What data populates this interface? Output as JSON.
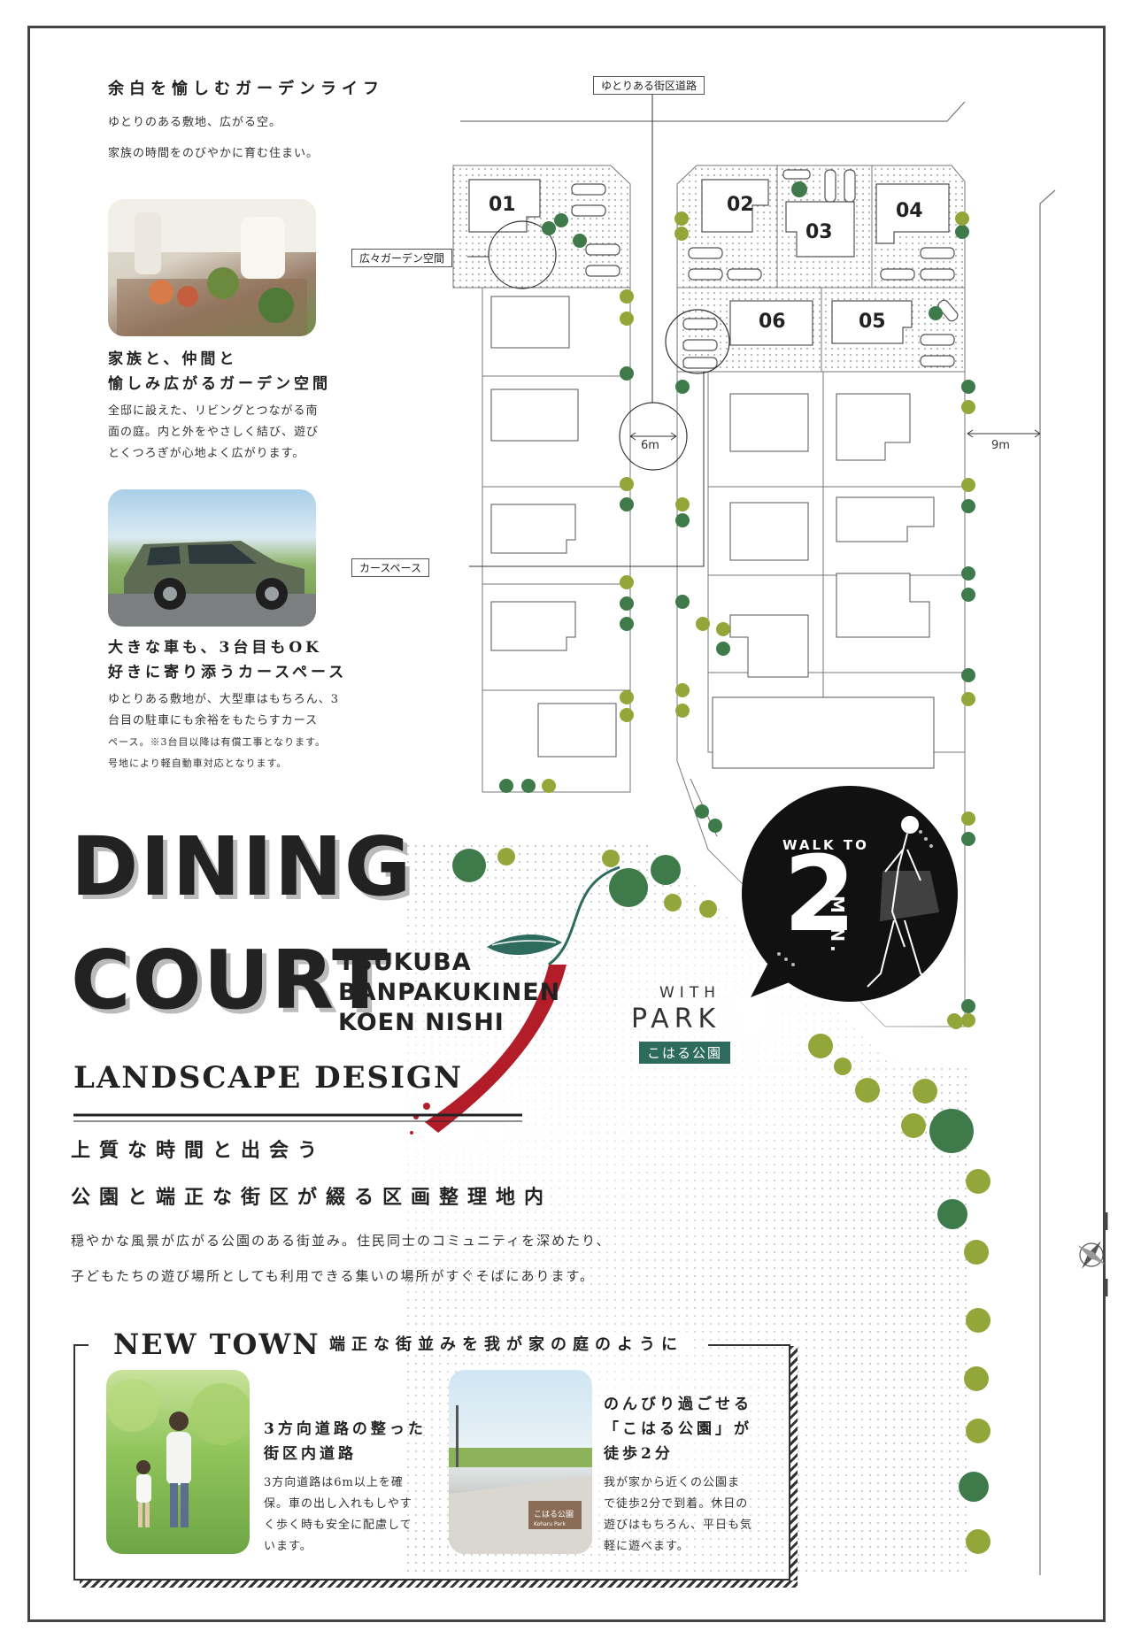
{
  "garden": {
    "heading": "余白を愉しむガーデンライフ",
    "line1": "ゆとりのある敷地、広がる空。",
    "line2": "家族の時間をのびやかに育む住まい。",
    "card_title_1": "家族と、仲間と",
    "card_title_2": "愉しみ広がるガーデン空間",
    "card_desc_1": "全邸に設えた、リビングとつながる南",
    "card_desc_2": "面の庭。内と外をやさしく結び、遊び",
    "card_desc_3": "とくつろぎが心地よく広がります。"
  },
  "car": {
    "title_1": "大きな車も、3台目もOK",
    "title_2": "好きに寄り添うカースペース",
    "desc_1": "ゆとりある敷地が、大型車はもちろん、3",
    "desc_2": "台目の駐車にも余裕をもたらすカース",
    "desc_3": "ペース。※3台目以降は有償工事となります。",
    "desc_4": "号地により軽自動車対応となります。"
  },
  "map": {
    "label_road": "ゆとりある街区道路",
    "label_garden": "広々ガーデン空間",
    "label_car": "カースペース",
    "width_6m": "6m",
    "width_9m": "9m",
    "lots": [
      "01",
      "02",
      "03",
      "04",
      "06",
      "05"
    ]
  },
  "title": {
    "line1": "DINING",
    "line2": "COURT",
    "sub1": "TSUKUBA",
    "sub2": "BANPAKUKINEN",
    "sub3": "KOEN NISHI",
    "landscape": "LANDSCAPE DESIGN"
  },
  "catch": {
    "line1": "上質な時間と出会う",
    "line2": "公園と端正な街区が綴る区画整理地内",
    "lead1": "穏やかな風景が広がる公園のある街並み。住民同士のコミュニティを深めたり、",
    "lead2": "子どもたちの遊び場所としても利用できる集いの場所がすぐそばにあります。"
  },
  "walk": {
    "walk_to": "WALK TO",
    "number": "2",
    "unit": "MIN.",
    "with": "WITH",
    "park": "PARK",
    "park_name": "こはる公園"
  },
  "newtown": {
    "heading": "NEW TOWN",
    "sub": "端正な街並みを我が家の庭のように",
    "item1_title_1": "3方向道路の整った",
    "item1_title_2": "街区内道路",
    "item1_desc_1": "3方向道路は6m以上を確",
    "item1_desc_2": "保。車の出し入れもしやす",
    "item1_desc_3": "く歩く時も安全に配慮して",
    "item1_desc_4": "います。",
    "item2_title_1": "のんびり過ごせる",
    "item2_title_2": "「こはる公園」が",
    "item2_title_3": "徒歩2分",
    "item2_desc_1": "我が家から近くの公園ま",
    "item2_desc_2": "で徒歩2分で到着。休日の",
    "item2_desc_3": "遊びはもちろん、平日も気",
    "item2_desc_4": "軽に遊べます。",
    "park_sign": "こはる公園",
    "park_sign_en": "Koharu Park"
  },
  "colors": {
    "accent_green": "#2d6b5e",
    "tree_dark": "#3e7a4a",
    "tree_light": "#93a63a",
    "chili_red": "#b31d2a"
  }
}
